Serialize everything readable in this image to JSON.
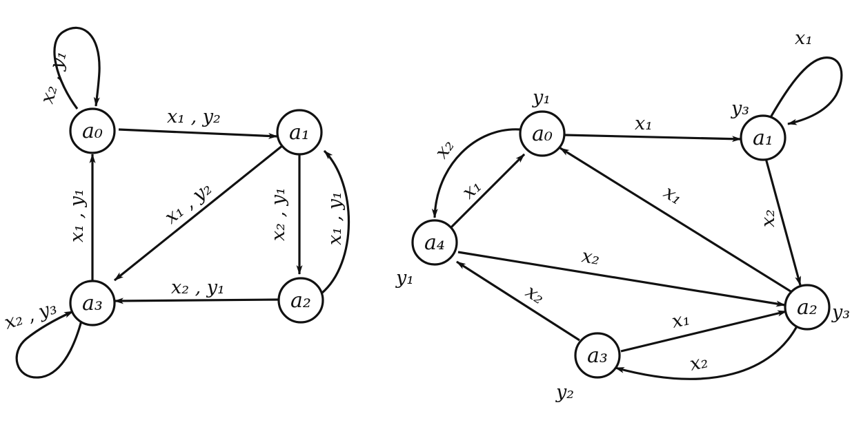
{
  "diagrams": [
    {
      "id": "mealy",
      "nodes": [
        {
          "id": "a0",
          "label": "a₀"
        },
        {
          "id": "a1",
          "label": "a₁"
        },
        {
          "id": "a2",
          "label": "a₂"
        },
        {
          "id": "a3",
          "label": "a₃"
        }
      ],
      "edges": [
        {
          "id": "a0-a1",
          "from": "a0",
          "to": "a1",
          "label": "x₁ , y₂"
        },
        {
          "id": "a1-a2",
          "from": "a1",
          "to": "a2",
          "label": "x₂ , y₁"
        },
        {
          "id": "a2-a1",
          "from": "a2",
          "to": "a1",
          "label": "x₁ , y₁"
        },
        {
          "id": "a1-a3",
          "from": "a1",
          "to": "a3",
          "label": "x₁ , y₂"
        },
        {
          "id": "a2-a3",
          "from": "a2",
          "to": "a3",
          "label": "x₂ , y₁"
        },
        {
          "id": "a3-a0",
          "from": "a3",
          "to": "a0",
          "label": "x₁ , y₁"
        },
        {
          "id": "a0-a0",
          "from": "a0",
          "to": "a0",
          "label": "x₂ , y₁"
        },
        {
          "id": "a3-a3",
          "from": "a3",
          "to": "a3",
          "label": "x₂ , y₃"
        }
      ]
    },
    {
      "id": "moore",
      "nodes": [
        {
          "id": "a0",
          "label": "a₀",
          "output": "y₁"
        },
        {
          "id": "a1",
          "label": "a₁",
          "output": "y₃"
        },
        {
          "id": "a2",
          "label": "a₂",
          "output": "y₃"
        },
        {
          "id": "a3",
          "label": "a₃",
          "output": "y₂"
        },
        {
          "id": "a4",
          "label": "a₄",
          "output": "y₁"
        }
      ],
      "edges": [
        {
          "id": "a0-a1",
          "from": "a0",
          "to": "a1",
          "label": "x₁"
        },
        {
          "id": "a1-a1",
          "from": "a1",
          "to": "a1",
          "label": "x₁"
        },
        {
          "id": "a1-a2",
          "from": "a1",
          "to": "a2",
          "label": "x₂"
        },
        {
          "id": "a2-a0",
          "from": "a2",
          "to": "a0",
          "label": "x₁"
        },
        {
          "id": "a4-a0",
          "from": "a4",
          "to": "a0",
          "label": "x₁"
        },
        {
          "id": "a0-a4",
          "from": "a0",
          "to": "a4",
          "label": "x₂"
        },
        {
          "id": "a4-a2",
          "from": "a4",
          "to": "a2",
          "label": "x₂"
        },
        {
          "id": "a3-a4",
          "from": "a3",
          "to": "a4",
          "label": "x₂"
        },
        {
          "id": "a3-a2",
          "from": "a3",
          "to": "a2",
          "label": "x₁"
        },
        {
          "id": "a2-a3",
          "from": "a2",
          "to": "a3",
          "label": "x₂"
        }
      ]
    }
  ]
}
